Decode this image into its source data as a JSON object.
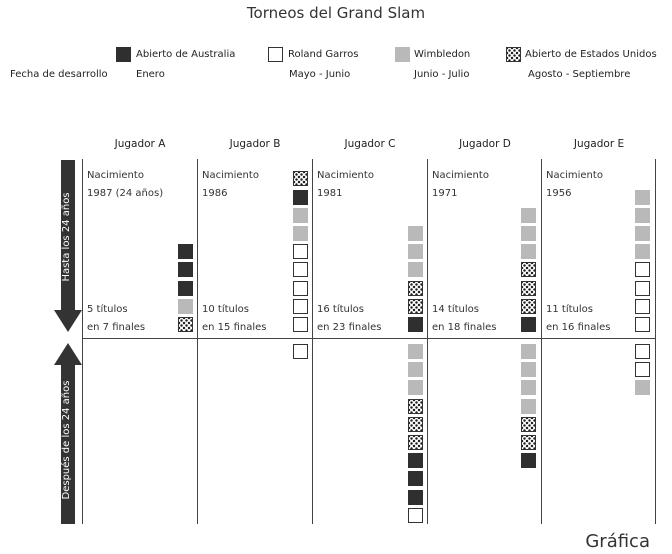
{
  "title": "Torneos del Grand Slam",
  "legend": {
    "row_label": "Fecha de desarrollo",
    "items": [
      {
        "key": "aus",
        "name": "Abierto de Australia",
        "dates": "Enero"
      },
      {
        "key": "rg",
        "name": "Roland Garros",
        "dates": "Mayo - Junio"
      },
      {
        "key": "wim",
        "name": "Wimbledon",
        "dates": "Junio - Julio"
      },
      {
        "key": "us",
        "name": "Abierto de Estados Unidos",
        "dates": "Agosto - Septiembre"
      }
    ]
  },
  "arrows": {
    "top": "Hasta los 24 años",
    "bottom": "Después de los 24 años"
  },
  "players": [
    {
      "name": "Jugador A",
      "birth_label": "Nacimiento",
      "birth": "1987 (24 años)",
      "titles": "5 títulos",
      "finals": "en 7 finales",
      "before": [
        "aus",
        "aus",
        "aus",
        "wim",
        "us"
      ],
      "after": []
    },
    {
      "name": "Jugador B",
      "birth_label": "Nacimiento",
      "birth": "1986",
      "titles": "10 títulos",
      "finals": "en 15 finales",
      "before": [
        "us",
        "aus",
        "wim",
        "wim",
        "rg",
        "rg",
        "rg",
        "rg",
        "rg"
      ],
      "after": [
        "rg"
      ]
    },
    {
      "name": "Jugador C",
      "birth_label": "Nacimiento",
      "birth": "1981",
      "titles": "16 títulos",
      "finals": "en 23 finales",
      "before": [
        "wim",
        "wim",
        "wim",
        "us",
        "us",
        "aus"
      ],
      "after": [
        "wim",
        "wim",
        "wim",
        "us",
        "us",
        "us",
        "aus",
        "aus",
        "aus",
        "rg"
      ]
    },
    {
      "name": "Jugador D",
      "birth_label": "Nacimiento",
      "birth": "1971",
      "titles": "14 títulos",
      "finals": "en 18 finales",
      "before": [
        "wim",
        "wim",
        "wim",
        "us",
        "us",
        "us",
        "aus"
      ],
      "after": [
        "wim",
        "wim",
        "wim",
        "wim",
        "us",
        "us",
        "aus"
      ]
    },
    {
      "name": "Jugador E",
      "birth_label": "Nacimiento",
      "birth": "1956",
      "titles": "11 títulos",
      "finals": "en 16 finales",
      "before": [
        "wim",
        "wim",
        "wim",
        "wim",
        "rg",
        "rg",
        "rg",
        "rg"
      ],
      "after": [
        "rg",
        "rg",
        "wim"
      ]
    }
  ],
  "footer": "Gráfica"
}
